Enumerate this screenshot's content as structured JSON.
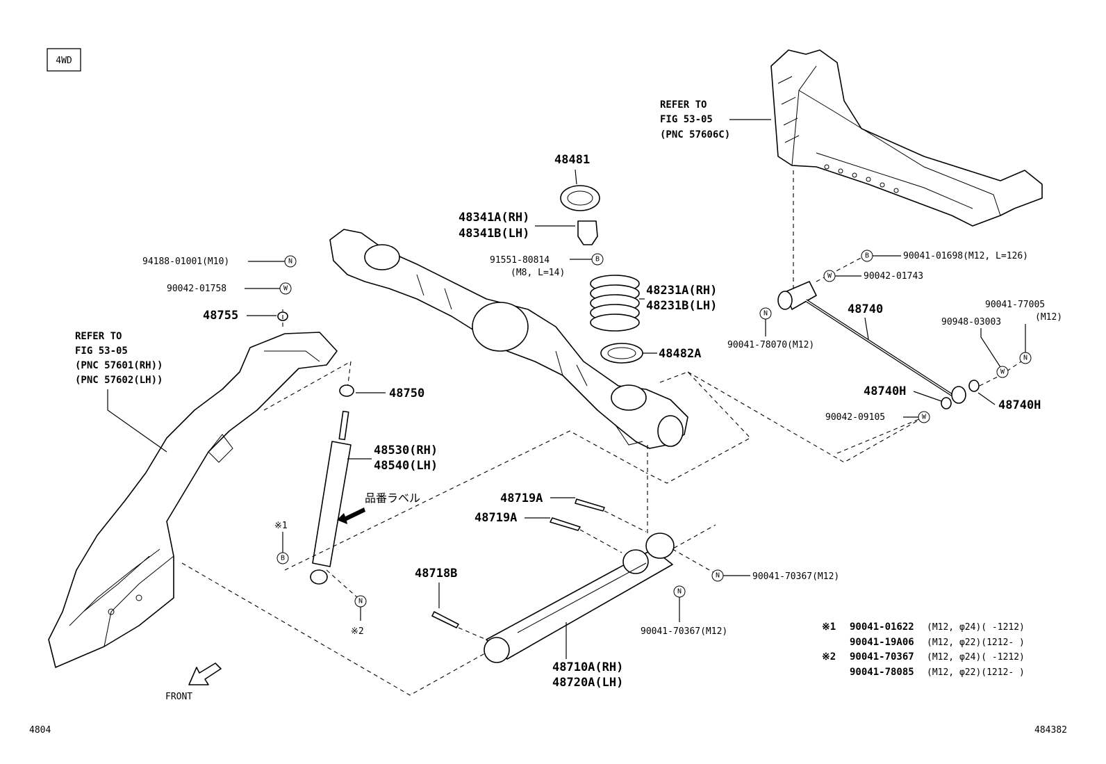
{
  "corner_tag": "4WD",
  "page_ref_left": "4804",
  "page_ref_right": "484382",
  "front_label": "FRONT",
  "part_label_jp": "品番ラベル",
  "refer_right": {
    "l1": "REFER TO",
    "l2": "FIG 53-05",
    "l3": "(PNC 57606C)"
  },
  "refer_left": {
    "l1": "REFER TO",
    "l2": "FIG 53-05",
    "l3": "(PNC 57601(RH))",
    "l4": "(PNC 57602(LH))"
  },
  "parts": {
    "p48481": "48481",
    "p48341a": "48341A(RH)",
    "p48341b": "48341B(LH)",
    "p91551": "91551-80814",
    "p91551_spec": "(M8, L=14)",
    "p48231a": "48231A(RH)",
    "p48231b": "48231B(LH)",
    "p48482a": "48482A",
    "p94188": "94188-01001(M10)",
    "p90042_01758": "90042-01758",
    "p48755": "48755",
    "p48750": "48750",
    "p48530": "48530(RH)",
    "p48540": "48540(LH)",
    "p48719a_1": "48719A",
    "p48719a_2": "48719A",
    "p48718b": "48718B",
    "p48710a": "48710A(RH)",
    "p48720a": "48720A(LH)",
    "p90041_70367_a": "90041-70367(M12)",
    "p90041_70367_b": "90041-70367(M12)",
    "p90041_01698": "90041-01698(M12, L=126)",
    "p90042_01743": "90042-01743",
    "p48740": "48740",
    "p90041_78070": "90041-78070(M12)",
    "p90041_77005": "90041-77005",
    "p90041_77005_spec": "(M12)",
    "p90948_03003": "90948-03003",
    "p48740h_1": "48740H",
    "p48740h_2": "48740H",
    "p90042_09105": "90042-09105"
  },
  "symbols": {
    "n": "N",
    "w": "W",
    "b": "B",
    "mark1": "※1",
    "mark2": "※2"
  },
  "notes": [
    {
      "mark": "※1",
      "pn": "90041-01622",
      "spec": "(M12, φ24)(      -1212)"
    },
    {
      "mark": "",
      "pn": "90041-19A06",
      "spec": "(M12, φ22)(1212-      )"
    },
    {
      "mark": "※2",
      "pn": "90041-70367",
      "spec": "(M12, φ24)(      -1212)"
    },
    {
      "mark": "",
      "pn": "90041-78085",
      "spec": "(M12, φ22)(1212-      )"
    }
  ]
}
